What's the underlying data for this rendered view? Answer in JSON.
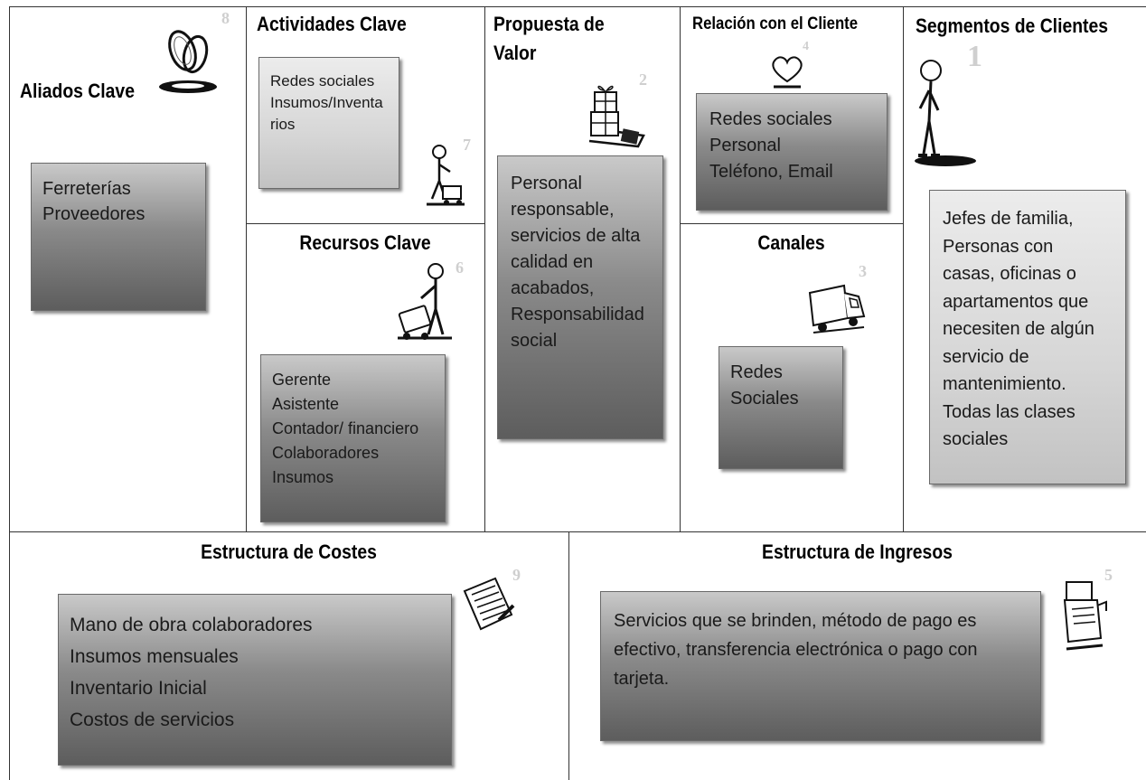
{
  "sections": {
    "aliados": {
      "title": "Aliados Clave",
      "number": "8",
      "lines": [
        "Ferreterías",
        "Proveedores"
      ]
    },
    "actividades": {
      "title": "Actividades Clave",
      "number": "7",
      "lines": [
        "Redes sociales",
        "Insumos/Inventa",
        "rios"
      ]
    },
    "recursos": {
      "title": "Recursos Clave",
      "number": "6",
      "lines": [
        "Gerente",
        "Asistente",
        "Contador/ financiero",
        "Colaboradores",
        "Insumos"
      ]
    },
    "propuesta": {
      "title_line1": "Propuesta de",
      "title_line2": "Valor",
      "number": "2",
      "lines": [
        "Personal",
        "responsable,",
        "servicios de alta",
        "calidad en",
        "acabados,",
        "Responsabilidad",
        "social"
      ]
    },
    "relacion": {
      "title": "Relación con el Cliente",
      "number": "4",
      "lines": [
        "Redes sociales",
        "Personal",
        "Teléfono, Email"
      ]
    },
    "canales": {
      "title": "Canales",
      "number": "3",
      "lines": [
        "Redes",
        "Sociales"
      ]
    },
    "segmentos": {
      "title": "Segmentos de Clientes",
      "number": "1",
      "lines": [
        "Jefes de familia,",
        "Personas con",
        "casas, oficinas o",
        "apartamentos que",
        "necesiten de algún",
        "servicio de",
        "mantenimiento.",
        "Todas las clases",
        "sociales"
      ]
    },
    "costes": {
      "title": "Estructura de Costes",
      "number": "9",
      "lines": [
        "Mano de obra colaboradores",
        "Insumos mensuales",
        "Inventario Inicial",
        "Costos de servicios"
      ]
    },
    "ingresos": {
      "title": "Estructura de Ingresos",
      "number": "5",
      "lines": [
        "Servicios que se brinden, método de pago es",
        "efectivo, transferencia electrónica o pago con",
        "tarjeta."
      ]
    }
  },
  "icons": {
    "aliados": "rings-icon",
    "actividades": "worker-cart-icon",
    "recursos": "worker-machine-icon",
    "propuesta": "gift-boxes-icon",
    "relacion": "heart-icon",
    "canales": "truck-icon",
    "segmentos": "person-icon",
    "costes": "document-pen-icon",
    "ingresos": "cash-register-icon"
  }
}
